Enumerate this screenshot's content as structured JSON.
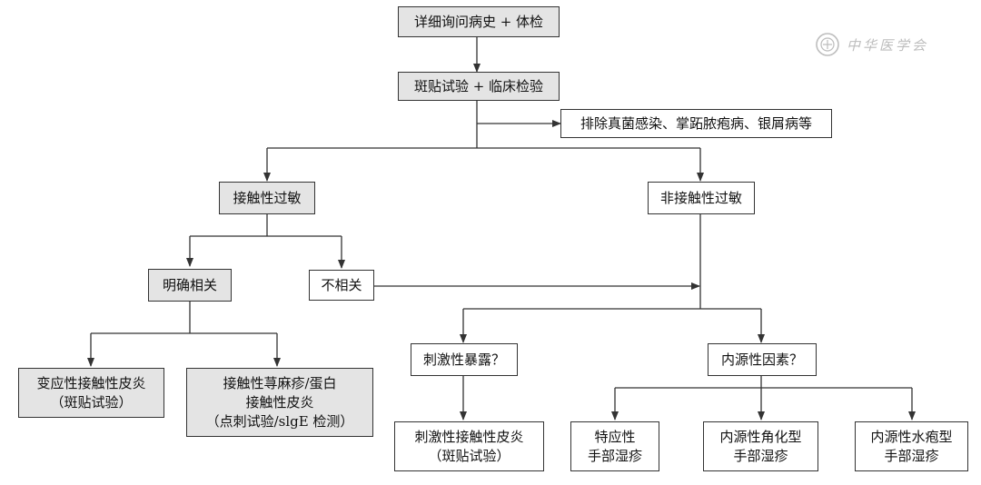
{
  "nodes": {
    "history": [
      "详细询问病史 + 体检"
    ],
    "patch": [
      "斑贴试验 + 临床检验"
    ],
    "exclude": [
      "排除真菌感染、掌跖脓疱病、银屑病等"
    ],
    "contact": [
      "接触性过敏"
    ],
    "noncontact": [
      "非接触性过敏"
    ],
    "relevant": [
      "明确相关"
    ],
    "notrelevant": [
      "不相关"
    ],
    "allergic": [
      "变应性接触性皮炎",
      "（斑贴试验）"
    ],
    "urticaria": [
      "接触性荨麻疹/蛋白",
      "接触性皮炎",
      "（点刺试验/slgE 检测）"
    ],
    "irritantq": [
      "刺激性暴露？"
    ],
    "endoq": [
      "内源性因素？"
    ],
    "irritant": [
      "刺激性接触性皮炎",
      "（斑贴试验）"
    ],
    "atopic": [
      "特应性",
      "手部湿疹"
    ],
    "keratotic": [
      "内源性角化型",
      "手部湿疹"
    ],
    "vesicular": [
      "内源性水疱型",
      "手部湿疹"
    ]
  },
  "watermark": "中华医学会",
  "colors": {
    "gray_fill": "#e4e4e4",
    "line": "#333333",
    "watermark": "#bdbdbd"
  }
}
